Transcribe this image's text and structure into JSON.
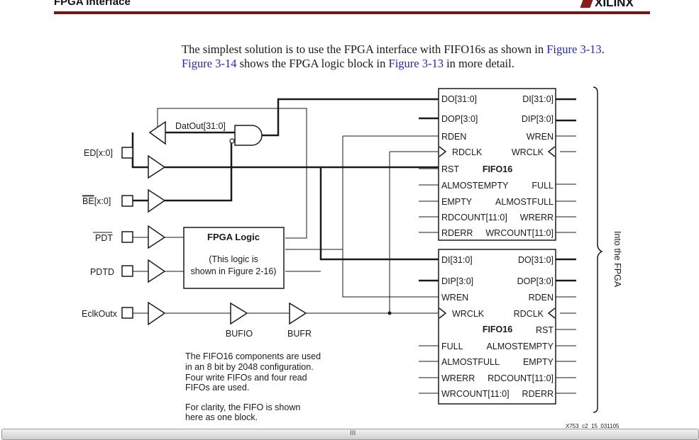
{
  "header": {
    "section_title": "FPGA Interface",
    "logo_text": "XILINX",
    "rule_color": "#7a1418"
  },
  "intro": {
    "part1": "The simplest solution is to use the FPGA interface with FIFO16s as shown in ",
    "link1": "Figure 3-13",
    "part2": ".",
    "link2": "Figure 3-14",
    "part3": " shows the FPGA logic block in ",
    "link3": "Figure 3-13",
    "part4": " in more detail.",
    "link_color": "#2323c8"
  },
  "diagram": {
    "pins": {
      "ed": "ED[x:0]",
      "be": "BE",
      "be_suffix": "[x:0]",
      "pdt": "PDT",
      "pdtd": "PDTD",
      "eclk": "EclkOutx"
    },
    "datout_label": "DatOut[31:0]",
    "fpga_logic": {
      "title": "FPGA Logic",
      "line1": "(This logic is",
      "line2": "shown in Figure 2-16)"
    },
    "buffers": {
      "bufio": "BUFIO",
      "bufr": "BUFR"
    },
    "fifo_top": {
      "name": "FIFO16",
      "left_ports": [
        "DO[31:0]",
        "DOP[3:0]",
        "RDEN",
        "RDCLK",
        "RST",
        "ALMOSTEMPTY",
        "EMPTY",
        "RDCOUNT[11:0]",
        "RDERR"
      ],
      "right_ports": [
        "DI[31:0]",
        "DIP[3:0]",
        "WREN",
        "WRCLK",
        "",
        "FULL",
        "ALMOSTFULL",
        "WRERR",
        "WRCOUNT[11:0]"
      ]
    },
    "fifo_bottom": {
      "name": "FIFO16",
      "left_ports": [
        "DI[31:0]",
        "DIP[3:0]",
        "WREN",
        "WRCLK",
        "",
        "FULL",
        "ALMOSTFULL",
        "WRERR",
        "WRCOUNT[11:0]"
      ],
      "right_ports": [
        "DO[31:0]",
        "DOP[3:0]",
        "RDEN",
        "RDCLK",
        "RST",
        "ALMOSTEMPTY",
        "EMPTY",
        "RDCOUNT[11:0]",
        "RDERR"
      ]
    },
    "brace_label": "Into the FPGA",
    "note": {
      "line1": "The FIFO16 components are used",
      "line2": "in an 8 bit by 2048 configuration.",
      "line3": "Four write FIFOs and four read",
      "line4": "FIFOs are used.",
      "line5": "For clarity, the FIFO is shown",
      "line6": "here as one block."
    },
    "figure_id": "X753_c2_15_031105"
  },
  "scrollbar": {
    "grip": "III"
  }
}
